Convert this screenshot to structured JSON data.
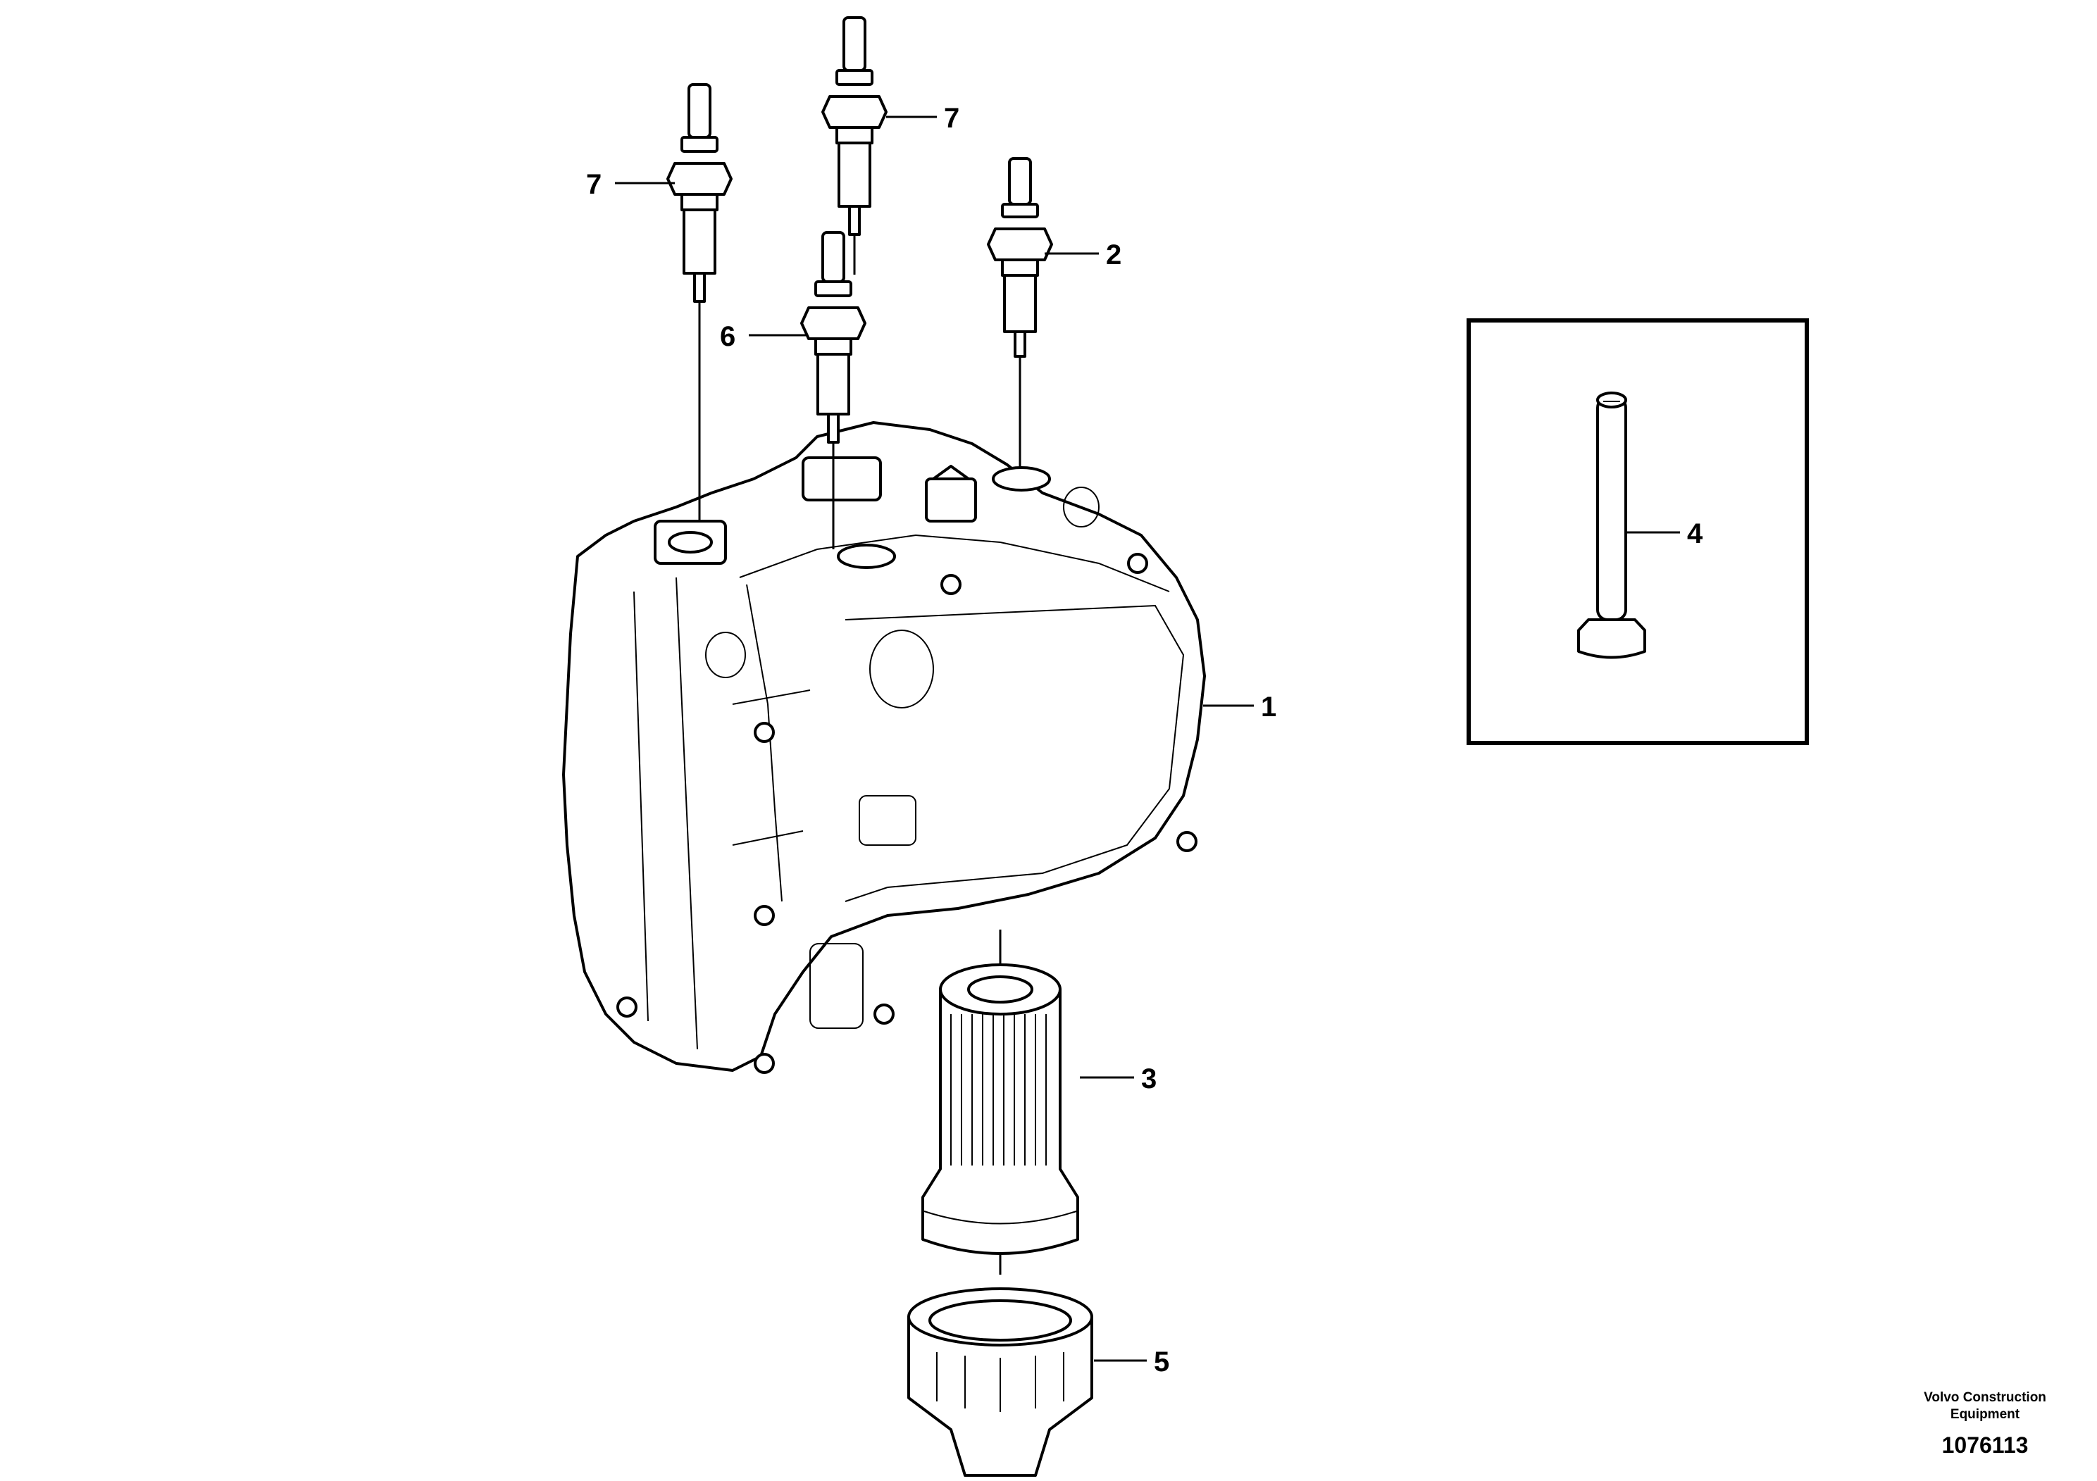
{
  "callouts": {
    "c1": "1",
    "c2": "2",
    "c3": "3",
    "c4": "4",
    "c5": "5",
    "c6": "6",
    "c7a": "7",
    "c7b": "7"
  },
  "credit": {
    "line1": "Volvo Construction",
    "line2": "Equipment"
  },
  "document_number": "1076113"
}
